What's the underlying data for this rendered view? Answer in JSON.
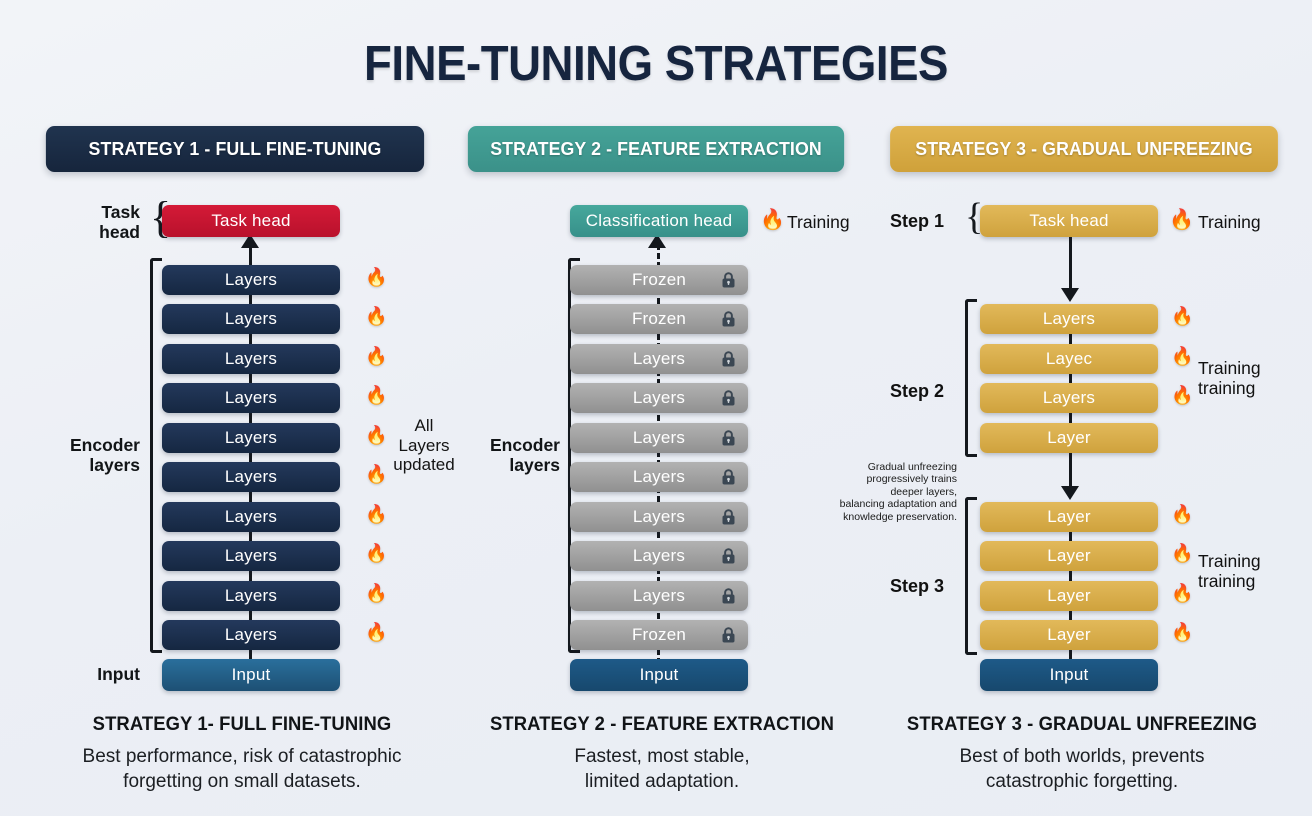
{
  "title": "FINE-TUNING STRATEGIES",
  "colors": {
    "background": "#eef1f6",
    "navy": "#1c3254",
    "crimson": "#c8132f",
    "teal": "#3e9b92",
    "gold": "#d5a93e",
    "gray": "#9e9e9e",
    "input_blue": "#1d5074",
    "input_steel": "#246089"
  },
  "columns": [
    {
      "banner": "STRATEGY 1 - FULL FINE-TUNING",
      "labels": {
        "head_label": "Task\nhead",
        "head_label_line1": "Task",
        "head_label_line2": "head",
        "encoder_label_line1": "Encoder",
        "encoder_label_line2": "layers",
        "input_label": "Input"
      },
      "note_lines": [
        "All",
        "Layers",
        "updated"
      ],
      "head": {
        "text": "Task head",
        "icon": null
      },
      "layers": [
        {
          "text": "Layers",
          "icon": "flame-icon"
        },
        {
          "text": "Layers",
          "icon": "flame-icon"
        },
        {
          "text": "Layers",
          "icon": "flame-icon"
        },
        {
          "text": "Layers",
          "icon": "flame-icon"
        },
        {
          "text": "Layers",
          "icon": "flame-icon"
        },
        {
          "text": "Layers",
          "icon": "flame-icon"
        },
        {
          "text": "Layers",
          "icon": "flame-icon"
        },
        {
          "text": "Layers",
          "icon": "flame-icon"
        },
        {
          "text": "Layers",
          "icon": "flame-icon"
        },
        {
          "text": "Layers",
          "icon": "flame-icon"
        }
      ],
      "input": {
        "text": "Input"
      },
      "footer_title": "STRATEGY 1- FULL FINE-TUNING",
      "footer_desc_line1": "Best performance, risk of catastrophic",
      "footer_desc_line2": "forgetting on small datasets."
    },
    {
      "banner": "STRATEGY 2 - FEATURE EXTRACTION",
      "labels": {
        "encoder_label_line1": "Encoder",
        "encoder_label_line2": "layers"
      },
      "head": {
        "text": "Classification head",
        "icon": "flame-icon",
        "status": "Training"
      },
      "layers": [
        {
          "text": "Frozen",
          "icon": "lock-icon"
        },
        {
          "text": "Frozen",
          "icon": "lock-icon"
        },
        {
          "text": "Layers",
          "icon": "lock-icon"
        },
        {
          "text": "Layers",
          "icon": "lock-icon"
        },
        {
          "text": "Layers",
          "icon": "lock-icon"
        },
        {
          "text": "Layers",
          "icon": "lock-icon"
        },
        {
          "text": "Layers",
          "icon": "lock-icon"
        },
        {
          "text": "Layers",
          "icon": "lock-icon"
        },
        {
          "text": "Layers",
          "icon": "lock-icon"
        },
        {
          "text": "Frozen",
          "icon": "lock-icon"
        }
      ],
      "input": {
        "text": "Input"
      },
      "footer_title": "STRATEGY 2 - FEATURE EXTRACTION",
      "footer_desc_line1": "Fastest, most stable,",
      "footer_desc_line2": "limited adaptation."
    },
    {
      "banner": "STRATEGY 3 - GRADUAL UNFREEZING",
      "step1_label": "Step 1",
      "step2_label": "Step 2",
      "step3_label": "Step 3",
      "head": {
        "text": "Task head",
        "icon": "flame-icon",
        "status": "Training"
      },
      "step2_status_line1": "Training",
      "step2_status_line2": "training",
      "step3_status_line1": "Training",
      "step3_status_line2": "training",
      "step2_layers": [
        {
          "text": "Layers",
          "icon": "flame-icon"
        },
        {
          "text": "Layec",
          "icon": "flame-icon"
        },
        {
          "text": "Layers",
          "icon": "flame-icon"
        },
        {
          "text": "Layer",
          "icon": null
        }
      ],
      "step3_layers": [
        {
          "text": "Layer",
          "icon": "flame-icon"
        },
        {
          "text": "Layer",
          "icon": "flame-icon"
        },
        {
          "text": "Layer",
          "icon": "flame-icon"
        },
        {
          "text": "Layer",
          "icon": "flame-icon"
        }
      ],
      "input": {
        "text": "Input"
      },
      "annotation_lines": [
        "Gradual unfreezing",
        "progressively trains",
        "deeper layers,",
        "balancing adaptation and",
        "knowledge preservation."
      ],
      "footer_title": "STRATEGY 3 - GRADUAL UNFREEZING",
      "footer_desc_line1": "Best of both worlds, prevents",
      "footer_desc_line2": "catastrophic forgetting."
    }
  ]
}
